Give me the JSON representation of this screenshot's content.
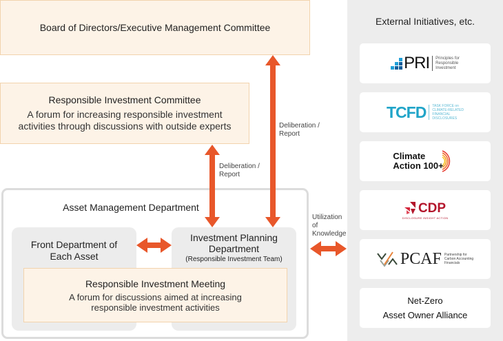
{
  "board": {
    "label": "Board of Directors/Executive Management Committee"
  },
  "responsible_investment_committee": {
    "title": "Responsible Investment Committee",
    "description_line1": "A forum for increasing responsible investment",
    "description_line2": "activities through discussions with outside experts"
  },
  "asset_management_department": {
    "title": "Asset Management Department",
    "front_department": {
      "line1": "Front Department of",
      "line2": "Each Asset"
    },
    "investment_planning": {
      "line1": "Investment Planning",
      "line2": "Department",
      "subtitle": "(Responsible Investment Team)"
    },
    "responsible_investment_meeting": {
      "title": "Responsible Investment Meeting",
      "description_line1": "A forum for discussions aimed at increasing",
      "description_line2": "responsible investment activities"
    }
  },
  "arrows": {
    "board_to_ipd": {
      "line1": "Deliberation /",
      "line2": "Report"
    },
    "ric_to_ipd": {
      "line1": "Deliberation /",
      "line2": "Report"
    },
    "knowledge": {
      "line1": "Utilization",
      "line2": "of",
      "line3": "Knowledge"
    },
    "color": "#e8572a"
  },
  "external": {
    "title": "External Initiatives, etc.",
    "initiatives": [
      {
        "name": "PRI",
        "logo_text": "PRI",
        "subtitle_lines": [
          "Principles for",
          "Responsible",
          "Investment"
        ]
      },
      {
        "name": "TCFD",
        "logo_text": "TCFD",
        "subtitle_lines": [
          "TASK FORCE on",
          "CLIMATE-RELATED",
          "FINANCIAL",
          "DISCLOSURES"
        ]
      },
      {
        "name": "Climate Action 100+",
        "logo_lines": [
          "Climate",
          "Action 100+"
        ]
      },
      {
        "name": "CDP",
        "logo_text": "CDP",
        "subtitle": "DISCLOSURE INSIGHT ACTION"
      },
      {
        "name": "PCAF",
        "logo_text": "PCAF",
        "subtitle_lines": [
          "Partnership for",
          "Carbon Accounting",
          "Financials"
        ]
      },
      {
        "name": "Net-Zero Asset Owner Alliance",
        "logo_lines": [
          "Net-Zero",
          "Asset Owner Alliance"
        ]
      }
    ]
  },
  "colors": {
    "cream_fill": "#fdf3e7",
    "cream_border": "#f2d3ad",
    "gray_panel": "#ededed",
    "accent": "#e8572a"
  }
}
